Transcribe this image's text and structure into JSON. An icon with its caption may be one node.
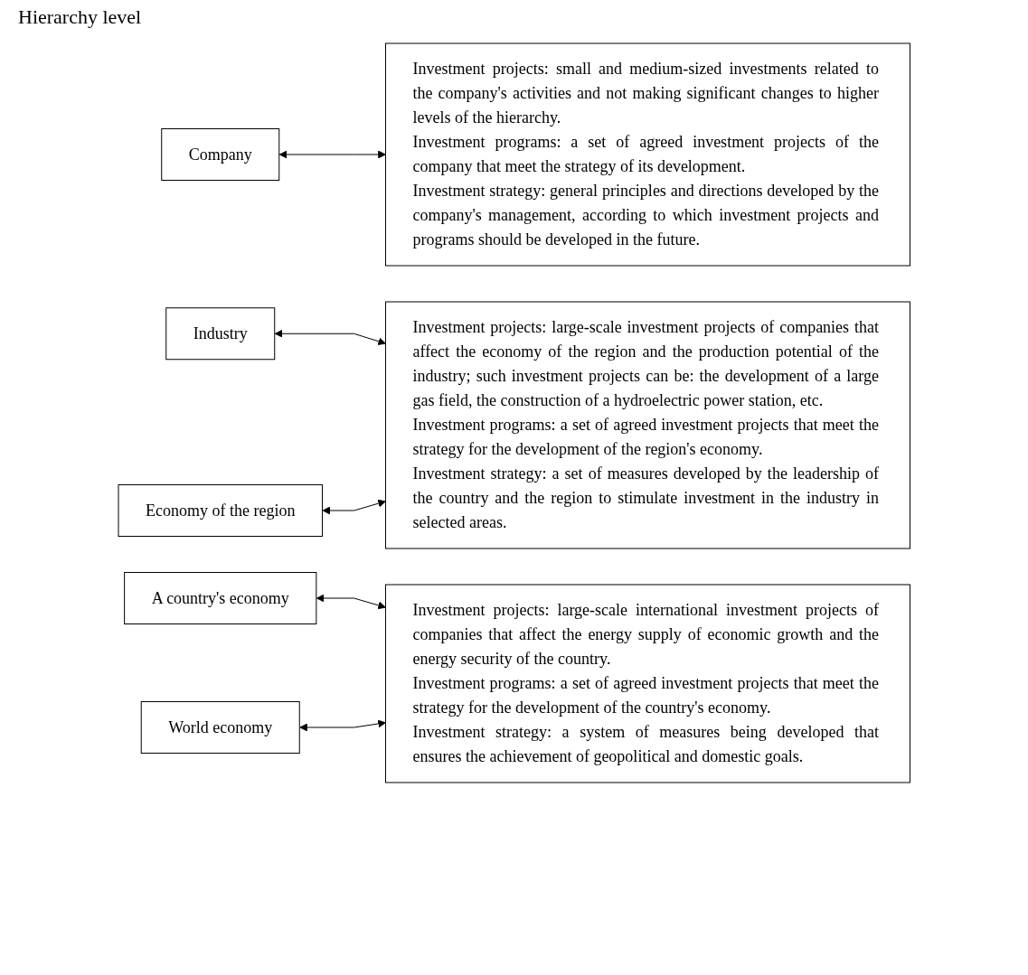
{
  "diagram": {
    "nodes": [
      {
        "text": [
          "Company"
        ]
      },
      {
        "text": [
          "Investment projects: small and medium-sized investments related to the company's activities and not making significant changes to higher levels of the hierarchy.",
          "Investment programs: a set of agreed investment projects of the company that meet the strategy of its development.",
          "Investment strategy: general principles and directions developed by the company's management, according to which investment projects and programs should be developed in the future."
        ]
      },
      {
        "text": [
          "Industry"
        ]
      },
      {
        "text": [
          "Economy of the region"
        ]
      },
      {
        "text": [
          "Investment projects: large-scale investment projects of companies that affect the economy of the region and the production potential of the industry; such investment projects can be: the development of a large gas field, the construction of a hydroelectric power station, etc.",
          "Investment programs: a set of agreed investment projects that meet the strategy for the development of the region's economy.",
          "Investment strategy: a set of measures developed by the leadership of the country and the region to stimulate investment in the industry in selected areas."
        ]
      },
      {
        "text": [
          "A country's economy"
        ]
      },
      {
        "text": [
          "World economy"
        ]
      },
      {
        "text": [
          "Investment projects: large-scale international investment projects of companies that affect the energy supply of economic growth and the energy security of the country.",
          "Investment programs: a set of agreed investment projects that meet the strategy for the development of the country's economy.",
          "Investment strategy: a system of measures being developed that ensures the achievement of geopolitical and domestic goals."
        ]
      }
    ],
    "edges": [
      {
        "from": 0,
        "to": 1,
        "arrow": "both"
      },
      {
        "from": 2,
        "to": 4,
        "arrow": "both"
      },
      {
        "from": 3,
        "to": 4,
        "arrow": "both"
      },
      {
        "from": 5,
        "to": 7,
        "arrow": "both"
      },
      {
        "from": 6,
        "to": 7,
        "arrow": "both"
      }
    ],
    "labels": [
      "Hierarchy level"
    ]
  }
}
